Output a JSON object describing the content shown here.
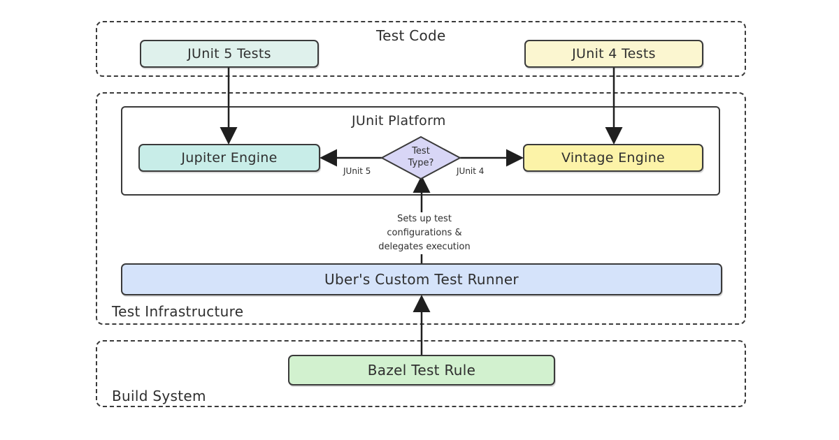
{
  "groups": {
    "test_code": "Test Code",
    "test_infrastructure": "Test Infrastructure",
    "build_system": "Build System",
    "junit_platform": "JUnit Platform"
  },
  "nodes": {
    "junit5_tests": "JUnit 5 Tests",
    "junit4_tests": "JUnit 4 Tests",
    "jupiter_engine": "Jupiter Engine",
    "vintage_engine": "Vintage Engine",
    "decision_line1": "Test",
    "decision_line2": "Type?",
    "runner": "Uber's Custom Test Runner",
    "bazel_rule": "Bazel Test Rule"
  },
  "edge_labels": {
    "to_jupiter": "JUnit 5",
    "to_vintage": "JUnit 4",
    "runner_to_decision_line1": "Sets up test",
    "runner_to_decision_line2": "configurations &",
    "runner_to_decision_line3": "delegates execution"
  },
  "colors": {
    "junit5": "#dff1ec",
    "junit4": "#fbf6d0",
    "jupiter": "#c8ede8",
    "vintage": "#fcf3a8",
    "decision": "#d8d6f6",
    "runner": "#d5e3fa",
    "bazel": "#d2f1cf"
  }
}
